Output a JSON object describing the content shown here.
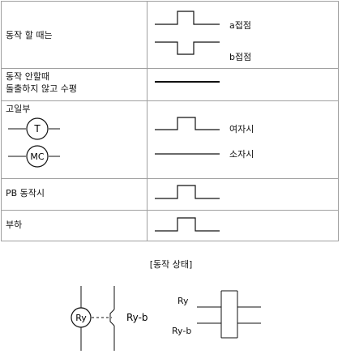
{
  "rows": [
    {
      "label_lines": [
        "동작 할 때는"
      ],
      "right_labels": [
        "a접점",
        "b접점"
      ]
    },
    {
      "label_lines": [
        "동작 안할때",
        "돌출하지 않고 수평"
      ]
    },
    {
      "label_lines": [
        "고일부"
      ],
      "coils": [
        "T",
        "MC"
      ],
      "right_labels": [
        "여자시",
        "소자시"
      ]
    },
    {
      "label_lines": [
        "PB 동작시"
      ]
    },
    {
      "label_lines": [
        "부하"
      ]
    }
  ],
  "caption": "[동작 상태]",
  "circuit": {
    "coil": "Ry",
    "contact": "Ry-b"
  },
  "timing": {
    "labels": [
      "Ry",
      "Ry-b"
    ]
  }
}
